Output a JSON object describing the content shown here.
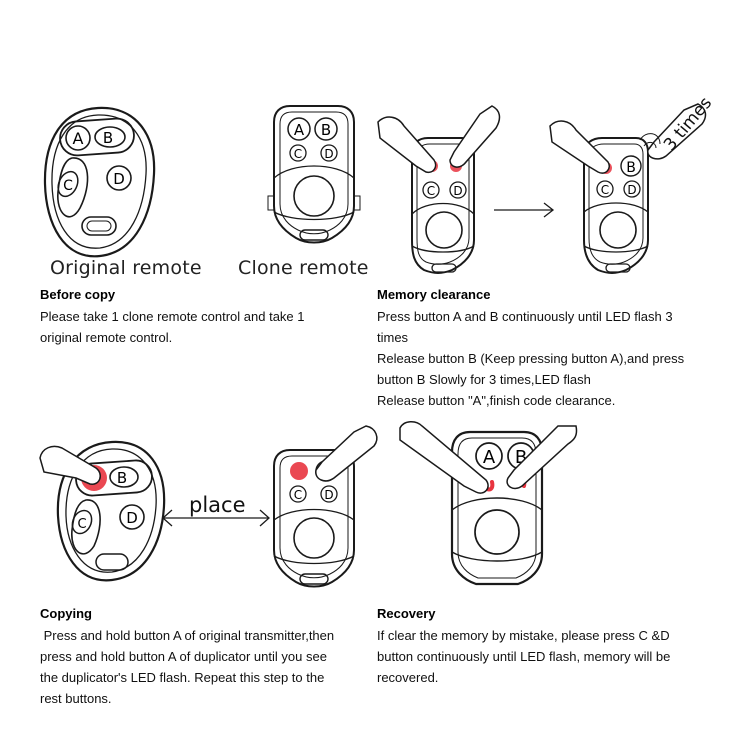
{
  "captions": {
    "original": "Original remote",
    "clone": "Clone remote",
    "place": "place",
    "three_times": "3 times"
  },
  "buttons": {
    "a": "A",
    "b": "B",
    "c": "C",
    "d": "D"
  },
  "sections": {
    "before_copy": {
      "heading": "Before copy",
      "lines": [
        "Please take 1 clone remote control and take 1",
        "original remote control."
      ]
    },
    "memory_clearance": {
      "heading": "Memory clearance",
      "lines": [
        "Press button A and B continuously until LED flash 3",
        "times",
        "Release button B (Keep pressing button A),and press",
        "button B Slowly for 3 times,LED flash",
        "Release button \"A\",finish code clearance."
      ]
    },
    "copying": {
      "heading": "Copying",
      "lines": [
        " Press and hold button A of original transmitter,then",
        "press and hold button A of duplicator until you see",
        "the duplicator's LED flash. Repeat this step to the",
        "rest buttons."
      ]
    },
    "recovery": {
      "heading": "Recovery",
      "lines": [
        "If clear the memory by mistake, please press C &D",
        "button continuously until LED flash, memory will be",
        "recovered."
      ]
    }
  },
  "colors": {
    "press_highlight": "#e8343f",
    "line": "#1a1a1a"
  }
}
